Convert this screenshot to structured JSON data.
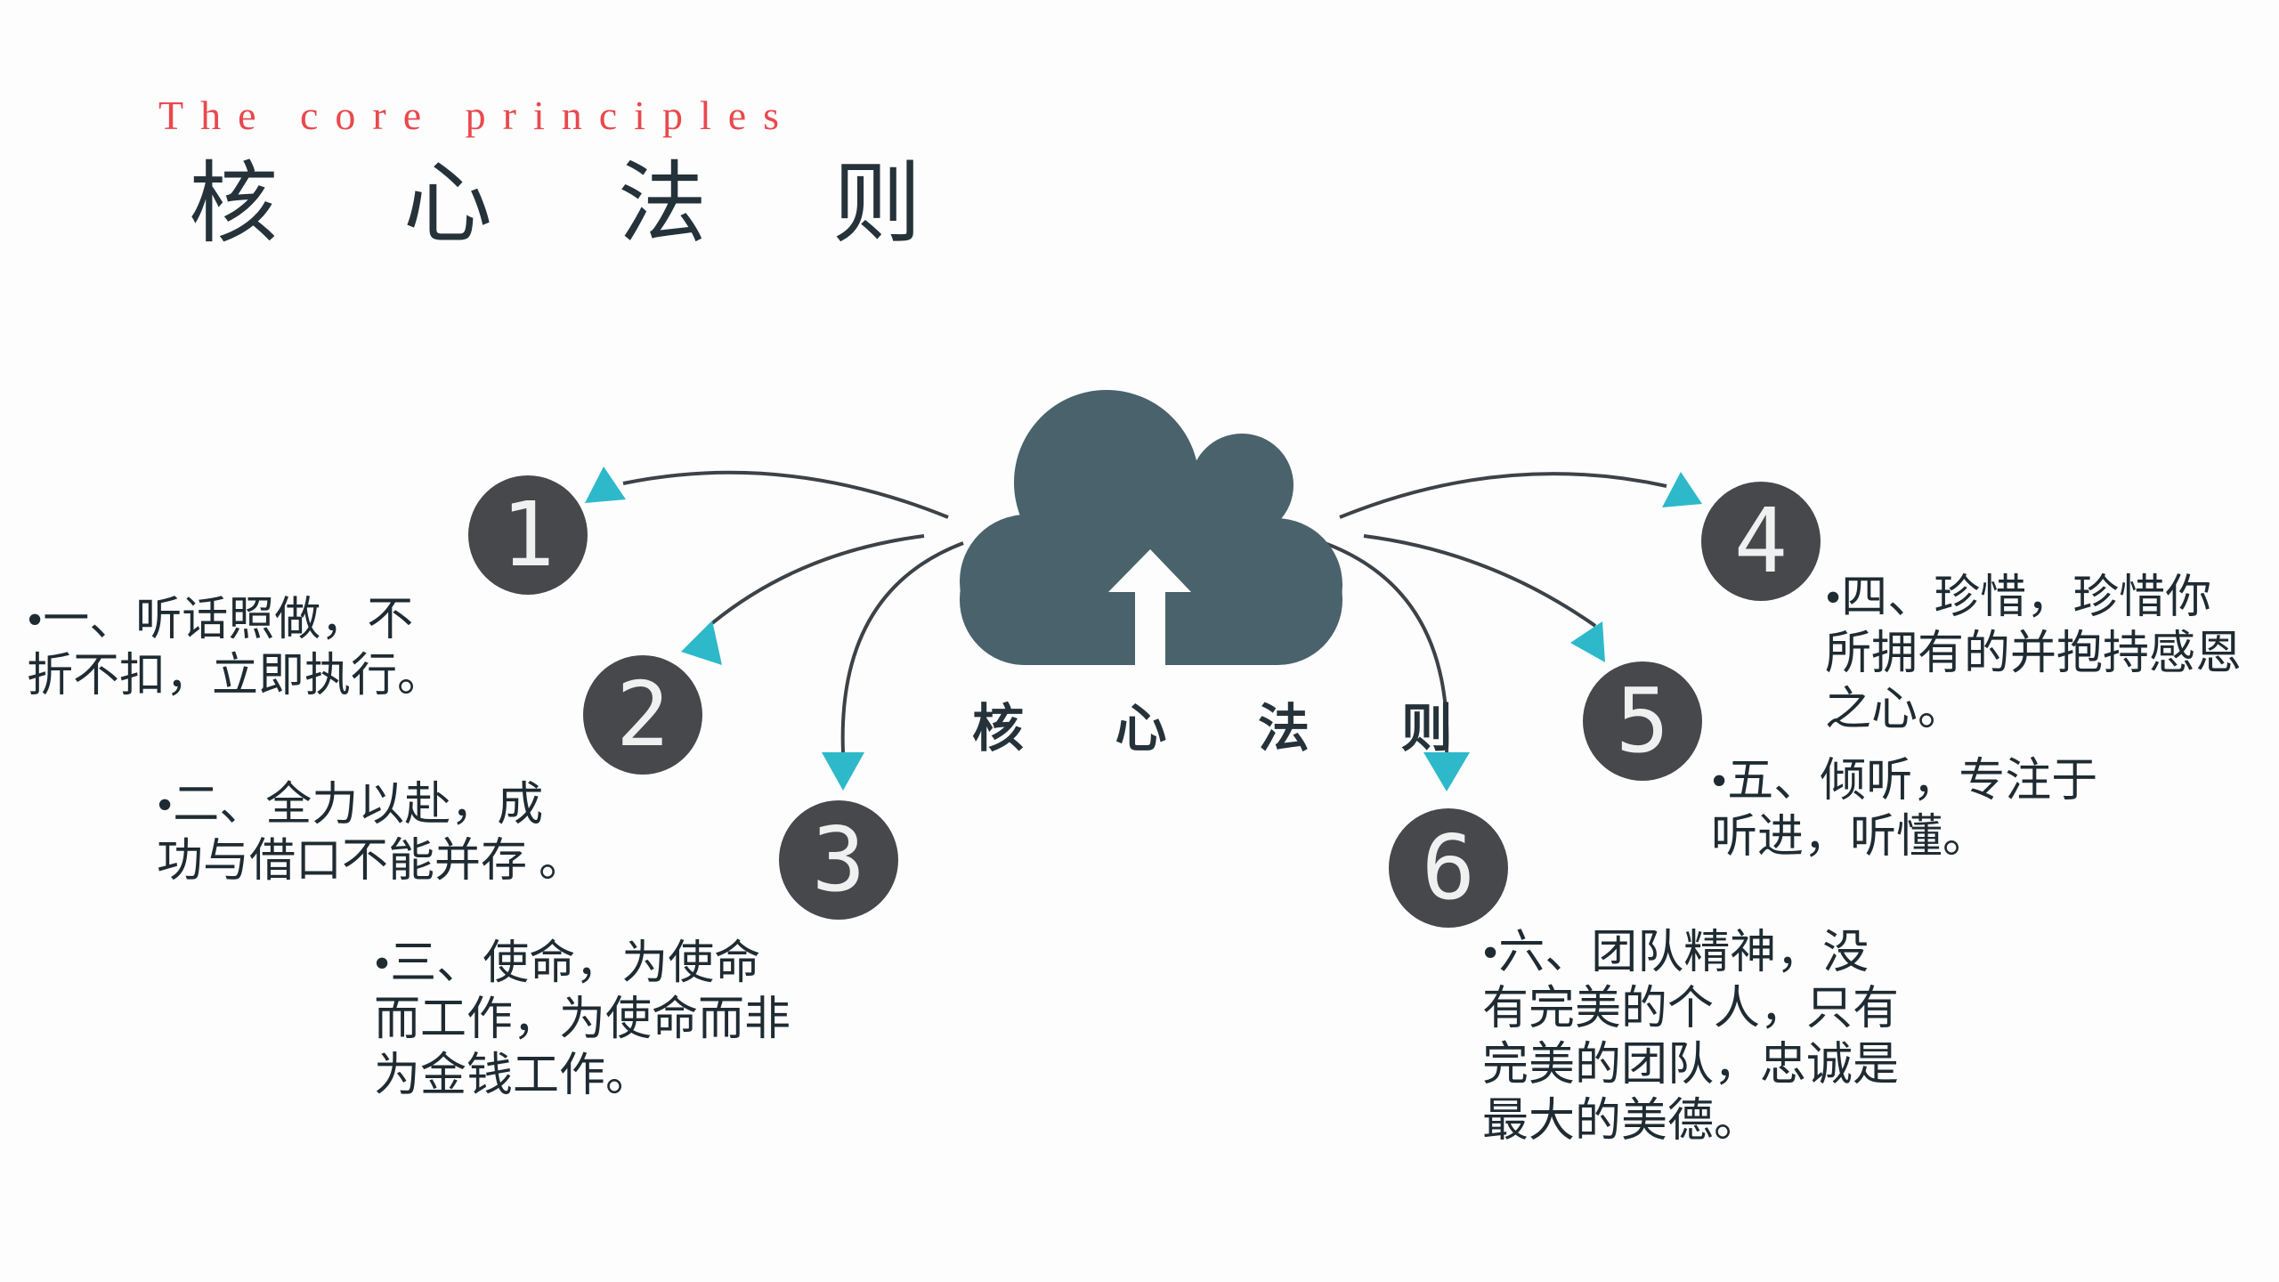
{
  "slide": {
    "subtitle": "The core principles",
    "title": "核 心 法 则",
    "cloud_label": "核 心 法 则"
  },
  "colors": {
    "accent_red": "#E9494D",
    "cloud": "#4A626C",
    "node_circle": "#47484B",
    "arrowhead_teal": "#2DB9C9",
    "connector": "#3C4247",
    "title_text": "#25323A",
    "body_text": "#1F2B33",
    "number_text": "#EFF1F1"
  },
  "principles": [
    {
      "number": "1",
      "lines": [
        "•一、听话照做，不",
        "折不扣，立即执行。"
      ]
    },
    {
      "number": "2",
      "lines": [
        "•二、全力以赴，成",
        "功与借口不能并存 。"
      ]
    },
    {
      "number": "3",
      "lines": [
        "•三、使命，为使命",
        "而工作，为使命而非",
        "为金钱工作。"
      ]
    },
    {
      "number": "4",
      "lines": [
        "•四、珍惜，珍惜你",
        "所拥有的并抱持感恩",
        "之心。"
      ]
    },
    {
      "number": "5",
      "lines": [
        "•五、倾听，专注于",
        "听进，听懂。"
      ]
    },
    {
      "number": "6",
      "lines": [
        "•六、团队精神，没",
        "有完美的个人，只有",
        "完美的团队，忠诚是",
        "最大的美德。"
      ]
    }
  ]
}
